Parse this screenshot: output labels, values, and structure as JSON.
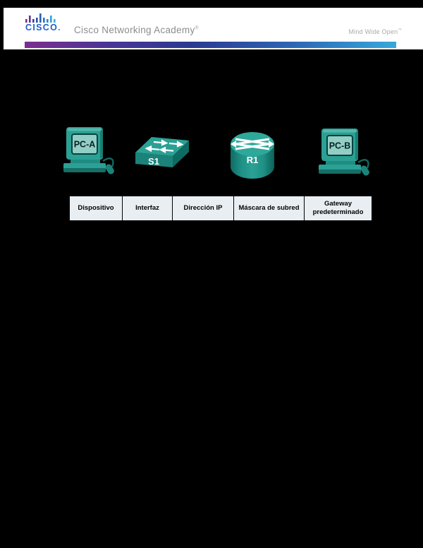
{
  "page": {
    "background_color": "#000000"
  },
  "header": {
    "logo": {
      "bars_icon": "cisco-bridge-bars-icon",
      "wordmark": "CISCO",
      "dot": ".",
      "wordmark_color": "#1f5fc8"
    },
    "brand": "Cisco Networking Academy",
    "brand_mark": "®",
    "brand_color": "#8b8d90",
    "tagline": "Mind Wide Open",
    "tagline_mark": "™",
    "tagline_color": "#a8aaad",
    "divider_gradient": [
      "#7c2e8f",
      "#2b3a91",
      "#38a8dc"
    ]
  },
  "topology": {
    "devices": [
      {
        "label": "PC-A",
        "type": "desktop-pc"
      },
      {
        "label": "S1",
        "type": "switch"
      },
      {
        "label": "R1",
        "type": "router"
      },
      {
        "label": "PC-B",
        "type": "desktop-pc"
      }
    ],
    "palette": {
      "teal": "#2ba094",
      "teal_dark": "#1b8379",
      "teal_darker": "#10655d",
      "screen_light": "#93cec6"
    }
  },
  "addressing_table": {
    "columns": [
      "Dispositivo",
      "Interfaz",
      "Dirección IP",
      "Máscara de subred",
      "Gateway predeterminado"
    ],
    "cell_background": "#e9eef3",
    "rows": []
  }
}
